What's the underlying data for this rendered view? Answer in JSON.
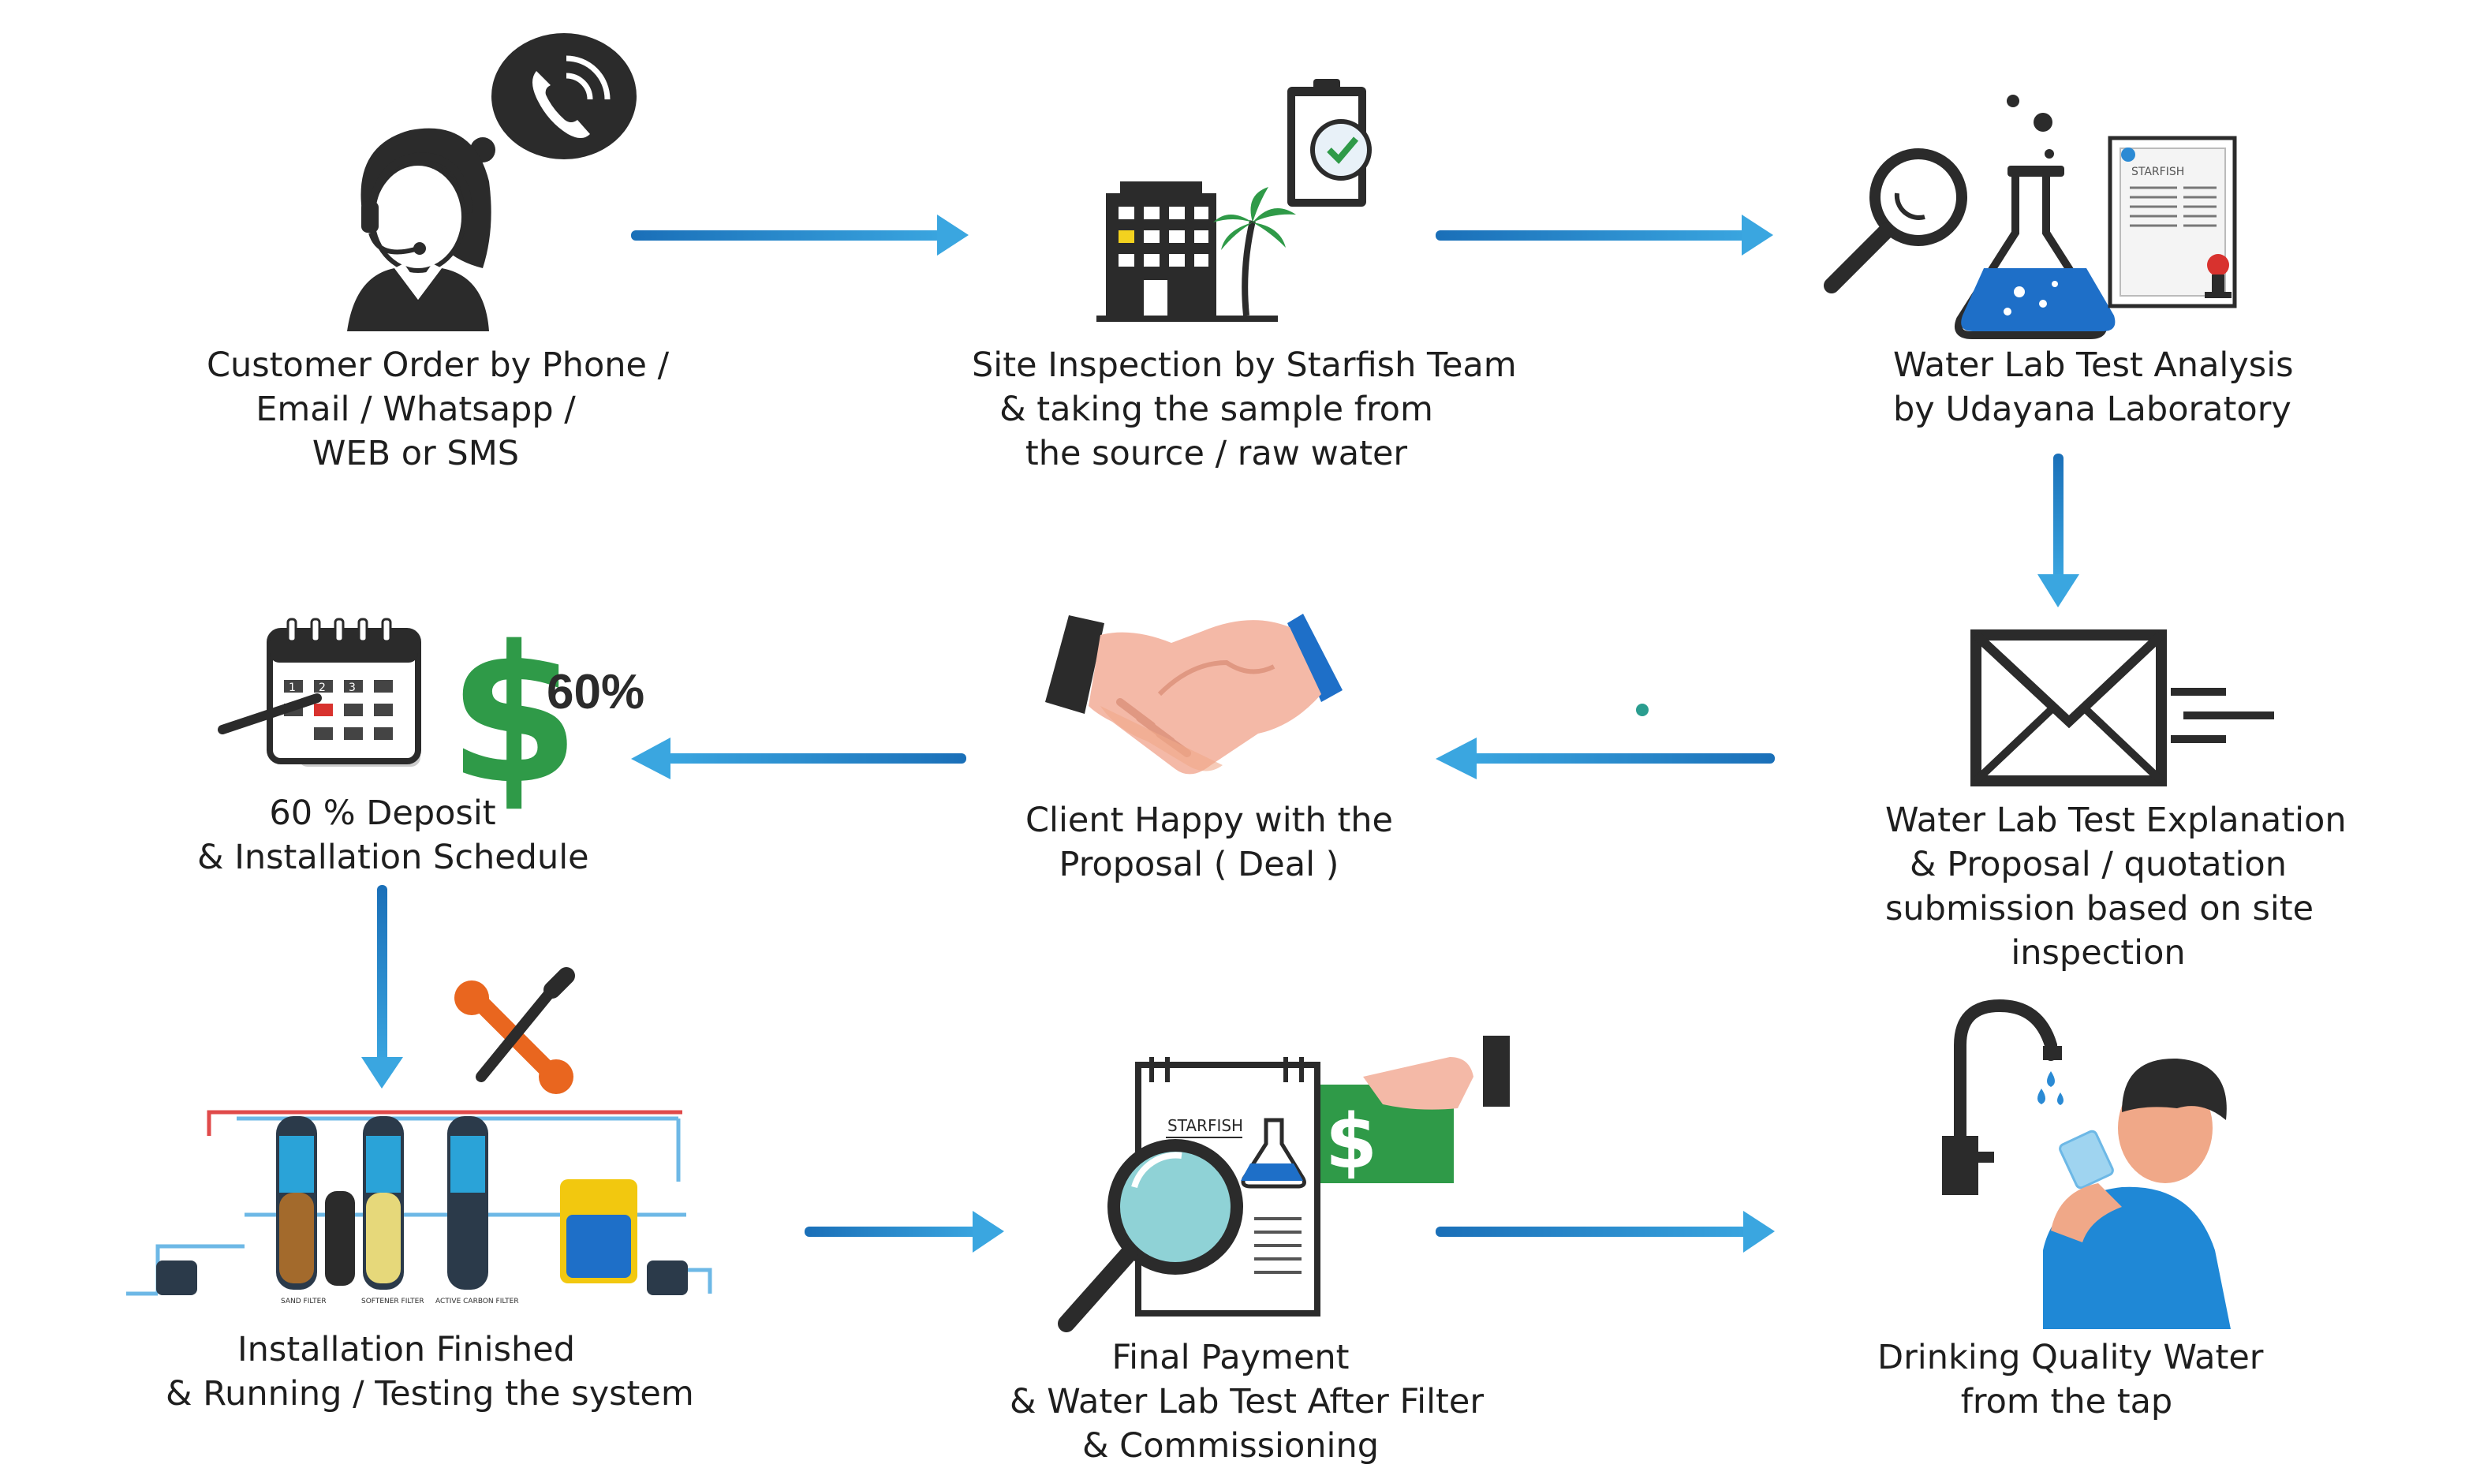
{
  "steps": [
    {
      "id": "customer-order",
      "lines": [
        "Customer Order by Phone /",
        "Email / Whatsapp /",
        "WEB or SMS"
      ]
    },
    {
      "id": "site-inspection",
      "lines": [
        "Site Inspection by Starfish Team",
        "& taking the sample from",
        "the source / raw water"
      ]
    },
    {
      "id": "lab-test",
      "lines": [
        "Water Lab Test Analysis",
        "by Udayana Laboratory"
      ]
    },
    {
      "id": "proposal",
      "lines": [
        "Water Lab Test Explanation",
        "& Proposal / quotation",
        "submission based on site",
        "inspection"
      ]
    },
    {
      "id": "client-happy",
      "lines": [
        "Client Happy with the",
        "Proposal ( Deal )"
      ]
    },
    {
      "id": "deposit",
      "lines": [
        "60 % Deposit",
        "& Installation Schedule"
      ]
    },
    {
      "id": "installation",
      "lines": [
        "Installation Finished",
        "& Running / Testing the system"
      ]
    },
    {
      "id": "final-payment",
      "lines": [
        "Final Payment",
        "& Water Lab Test After Filter",
        "& Commissioning"
      ]
    },
    {
      "id": "drinking-water",
      "lines": [
        "Drinking Quality Water",
        "from the tap"
      ]
    }
  ],
  "icons": {
    "customer-order": "call-center-agent-icon",
    "site-inspection": "building-inspection-icon",
    "lab-test": "lab-analysis-icon",
    "proposal": "envelope-icon",
    "client-happy": "handshake-icon",
    "deposit": "calendar-payment-icon",
    "installation": "filter-system-icon",
    "final-payment": "payment-report-icon",
    "drinking-water": "drinking-tap-icon"
  },
  "deposit_percent": "60%",
  "calendar_days": [
    "1",
    "2",
    "3"
  ],
  "report_brand": "STARFISH",
  "filter_labels": [
    "SAND FILTER",
    "SOFTENER FILTER",
    "ACTIVE CARBON FILTER"
  ],
  "colors": {
    "arrow": "#1e7fc4",
    "arrow_light": "#3aa0dc",
    "icon_dark": "#2b2b2b",
    "money_green": "#2f9a48",
    "skin": "#f0a888",
    "blue_shirt": "#1f88d6",
    "flask_blue": "#1e6fc8"
  }
}
